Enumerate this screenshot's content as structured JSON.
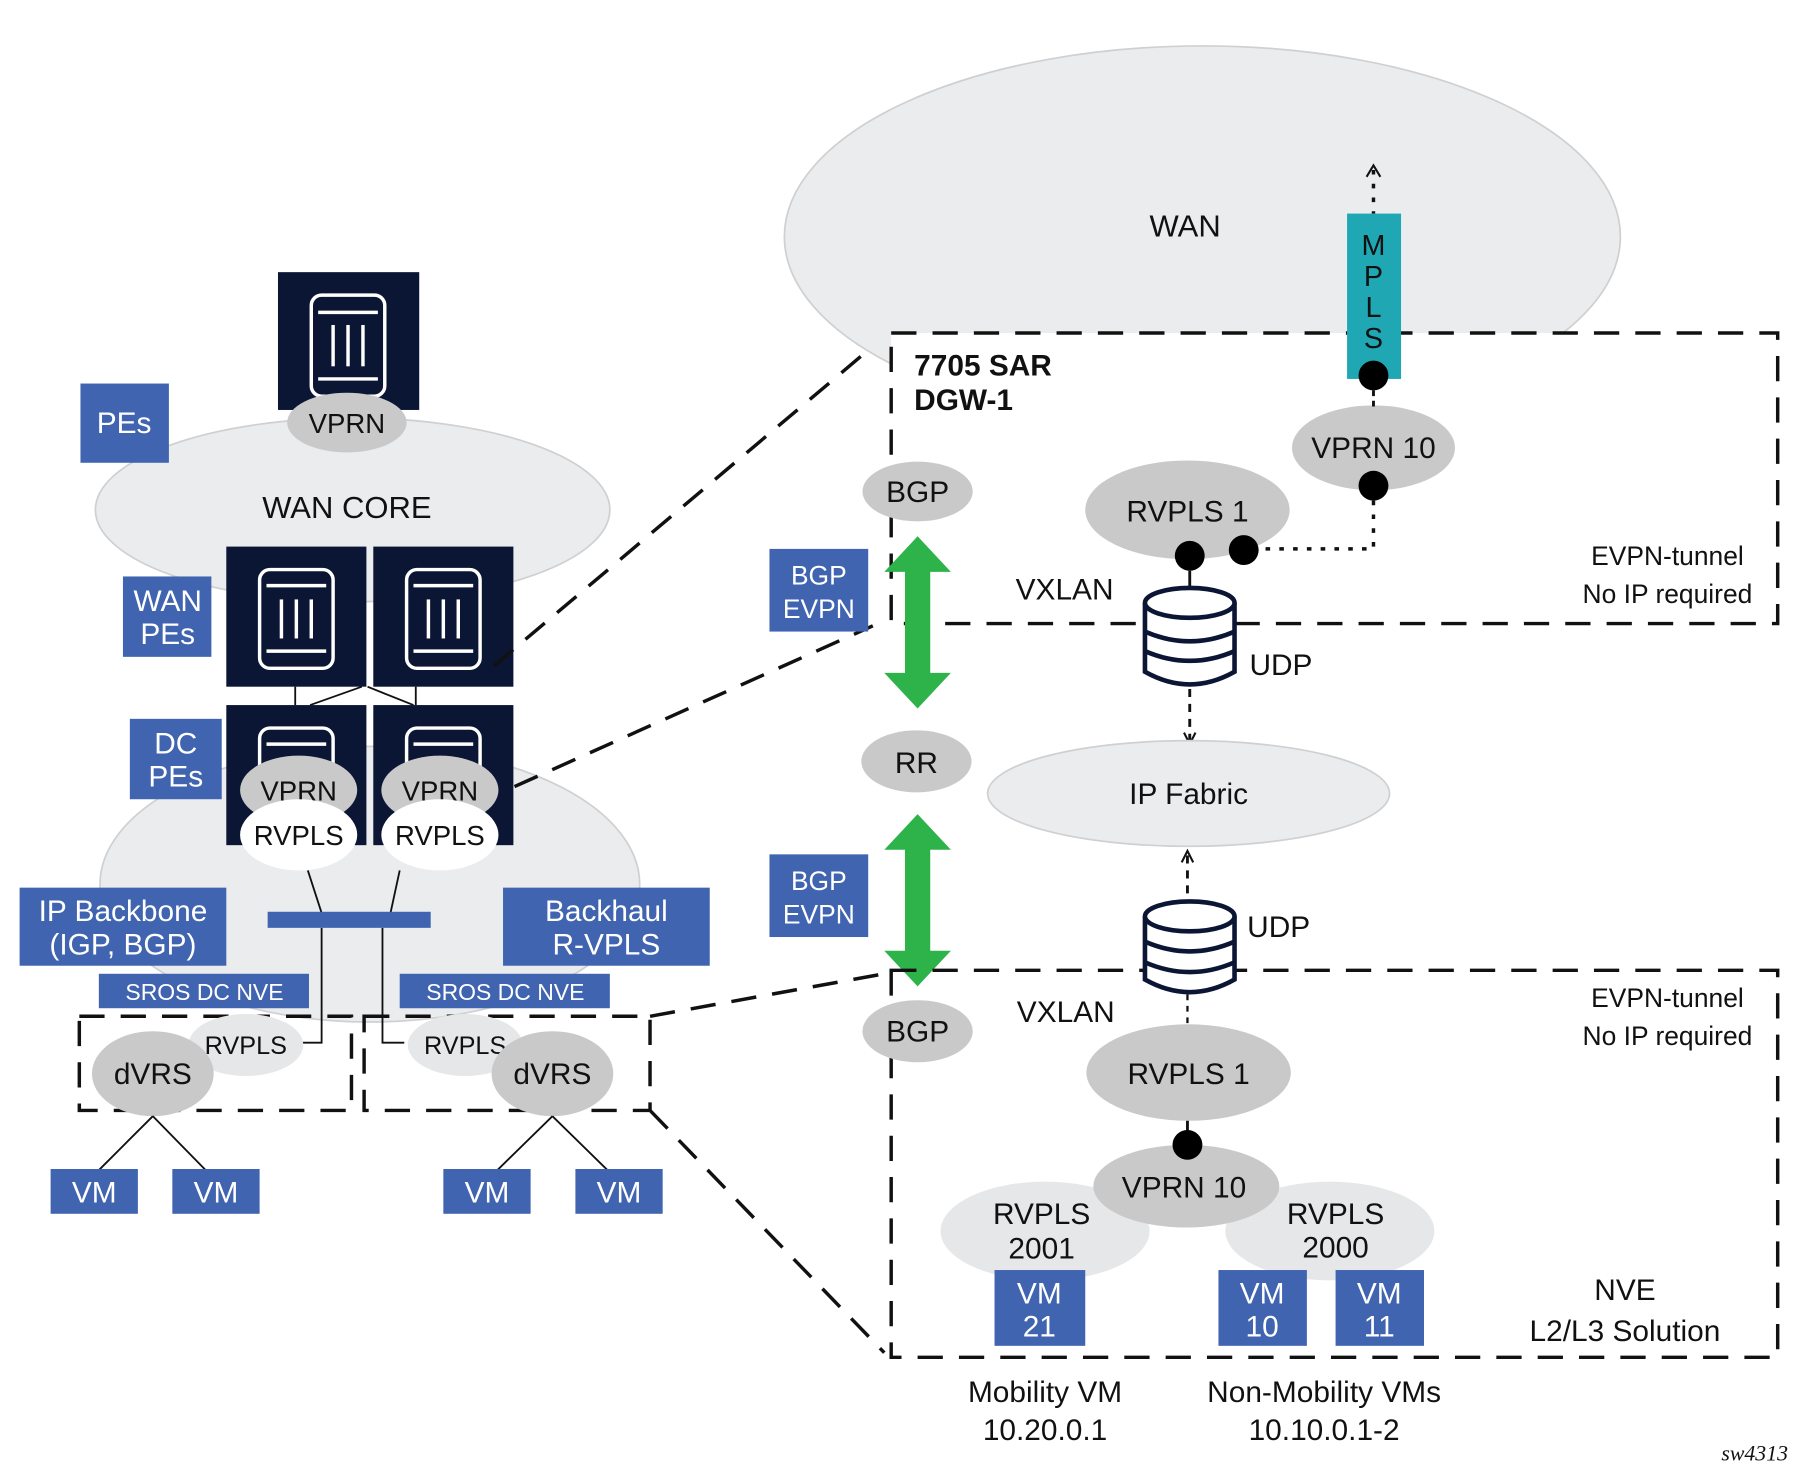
{
  "left": {
    "labels": {
      "pes": "PEs",
      "wan_pes": [
        "WAN",
        "PEs"
      ],
      "dc_pes": [
        "DC",
        "PEs"
      ],
      "ip_backbone": [
        "IP Backbone",
        "(IGP, BGP)"
      ],
      "backhaul": [
        "Backhaul",
        "R-VPLS"
      ],
      "sros_nve_1": "SROS DC NVE",
      "sros_nve_2": "SROS DC NVE"
    },
    "wan_core": "WAN CORE",
    "top_pe_service": "VPRN",
    "dc_pe_services": [
      {
        "vprn": "VPRN",
        "rvpls": "RVPLS"
      },
      {
        "vprn": "VPRN",
        "rvpls": "RVPLS"
      }
    ],
    "dvrs": [
      {
        "name": "dVRS",
        "rvpls": "RVPLS",
        "vms": [
          "VM",
          "VM"
        ]
      },
      {
        "name": "dVRS",
        "rvpls": "RVPLS",
        "vms": [
          "VM",
          "VM"
        ]
      }
    ]
  },
  "right": {
    "wan": "WAN",
    "mpls": [
      "M",
      "P",
      "L",
      "S"
    ],
    "dgw_title": [
      "7705 SAR",
      "DGW-1"
    ],
    "top": {
      "vprn": "VPRN 10",
      "rvpls": "RVPLS 1",
      "vxlan": "VXLAN",
      "udp": "UDP",
      "evpn_tunnel": [
        "EVPN-tunnel",
        "No IP required"
      ],
      "bgp": "BGP"
    },
    "bgp_evpn_top": [
      "BGP",
      "EVPN"
    ],
    "rr": "RR",
    "ip_fabric": "IP Fabric",
    "bgp_evpn_bottom": [
      "BGP",
      "EVPN"
    ],
    "bottom": {
      "udp": "UDP",
      "vxlan": "VXLAN",
      "bgp": "BGP",
      "evpn_tunnel": [
        "EVPN-tunnel",
        "No IP required"
      ],
      "rvpls": "RVPLS 1",
      "vprn": "VPRN 10",
      "rvpls_2001": [
        "RVPLS",
        "2001"
      ],
      "rvpls_2000": [
        "RVPLS",
        "2000"
      ],
      "vm21": [
        "VM",
        "21"
      ],
      "vm10": [
        "VM",
        "10"
      ],
      "vm11": [
        "VM",
        "11"
      ],
      "nve": [
        "NVE",
        "L2/L3 Solution"
      ]
    },
    "captions": {
      "mobility": [
        "Mobility VM",
        "10.20.0.1"
      ],
      "non_mobility": [
        "Non-Mobility VMs",
        "10.10.0.1-2"
      ]
    }
  },
  "figure_id": "sw4313"
}
